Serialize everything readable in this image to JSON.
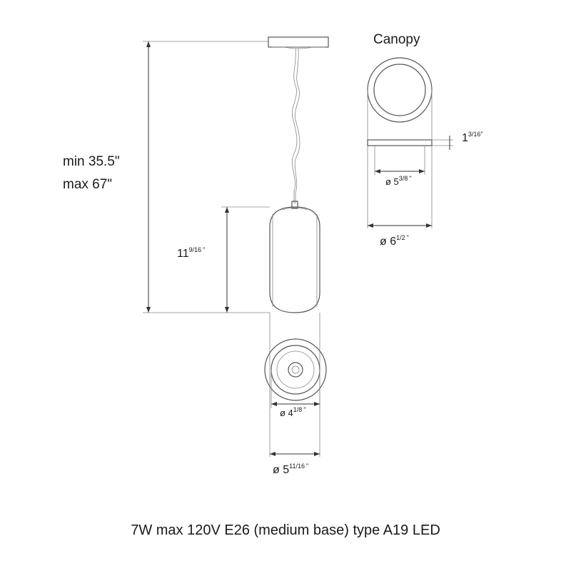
{
  "canopy_label": "Canopy",
  "overall_height": {
    "min": "min 35.5\"",
    "max": "max 67\""
  },
  "shade_height": {
    "whole": "11",
    "fraction": "9/16",
    "unit": "\""
  },
  "canopy_thickness": {
    "whole": "1",
    "fraction": "3/16",
    "unit": "”"
  },
  "canopy_inner_diameter": {
    "prefix": "ø 5",
    "fraction": "3/8",
    "unit": "\""
  },
  "canopy_outer_diameter": {
    "prefix": "ø 6",
    "fraction": "1/2",
    "unit": "\""
  },
  "shade_inner_diameter": {
    "prefix": "ø 4",
    "fraction": "1/8",
    "unit": "\""
  },
  "shade_outer_diameter": {
    "prefix": "ø 5",
    "fraction": "11/16",
    "unit": "\""
  },
  "spec_caption": "7W max 120V E26 (medium base) type A19 LED"
}
